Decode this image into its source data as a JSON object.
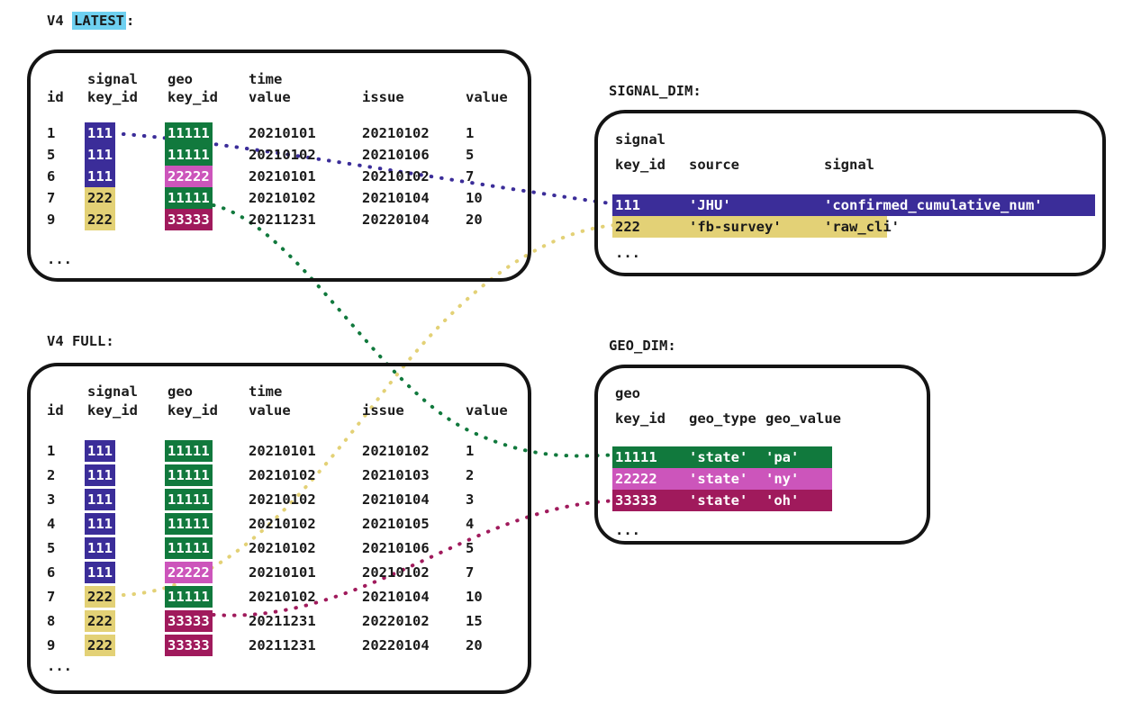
{
  "diagram": {
    "title_latest_prefix": "V4 ",
    "title_latest_highlight": "LATEST",
    "title_latest_suffix": ":",
    "title_full": "V4 FULL:",
    "title_signal_dim": "SIGNAL_DIM:",
    "title_geo_dim": "GEO_DIM:",
    "ellipsis": "..."
  },
  "colors": {
    "signal_111": "#3B2D99",
    "signal_222": "#E3D176",
    "geo_11111": "#11793D",
    "geo_22222": "#CC55BB",
    "geo_33333": "#A01A5C",
    "highlight_latest": "#6ED0F0",
    "stroke": "#141414",
    "text": "#1a1a1a"
  },
  "latest_table": {
    "header_top": [
      "",
      "signal",
      "geo",
      "time",
      "",
      ""
    ],
    "header_bottom": [
      "id",
      "key_id",
      "key_id",
      "value",
      "issue",
      "value"
    ],
    "rows": [
      {
        "id": "1",
        "signal_key_id": "111",
        "geo_key_id": "11111",
        "time_value": "20210101",
        "issue": "20210102",
        "value": "1",
        "signal_color": "c-blue",
        "geo_color": "c-green"
      },
      {
        "id": "5",
        "signal_key_id": "111",
        "geo_key_id": "11111",
        "time_value": "20210102",
        "issue": "20210106",
        "value": "5",
        "signal_color": "c-blue",
        "geo_color": "c-green"
      },
      {
        "id": "6",
        "signal_key_id": "111",
        "geo_key_id": "22222",
        "time_value": "20210101",
        "issue": "20210102",
        "value": "7",
        "signal_color": "c-blue",
        "geo_color": "c-orchid"
      },
      {
        "id": "7",
        "signal_key_id": "222",
        "geo_key_id": "11111",
        "time_value": "20210102",
        "issue": "20210104",
        "value": "10",
        "signal_color": "c-khaki",
        "geo_color": "c-green"
      },
      {
        "id": "9",
        "signal_key_id": "222",
        "geo_key_id": "33333",
        "time_value": "20211231",
        "issue": "20220104",
        "value": "20",
        "signal_color": "c-khaki",
        "geo_color": "c-maroon"
      }
    ]
  },
  "full_table": {
    "header_top": [
      "",
      "signal",
      "geo",
      "time",
      "",
      ""
    ],
    "header_bottom": [
      "id",
      "key_id",
      "key_id",
      "value",
      "issue",
      "value"
    ],
    "rows": [
      {
        "id": "1",
        "signal_key_id": "111",
        "geo_key_id": "11111",
        "time_value": "20210101",
        "issue": "20210102",
        "value": "1",
        "signal_color": "c-blue",
        "geo_color": "c-green"
      },
      {
        "id": "2",
        "signal_key_id": "111",
        "geo_key_id": "11111",
        "time_value": "20210102",
        "issue": "20210103",
        "value": "2",
        "signal_color": "c-blue",
        "geo_color": "c-green"
      },
      {
        "id": "3",
        "signal_key_id": "111",
        "geo_key_id": "11111",
        "time_value": "20210102",
        "issue": "20210104",
        "value": "3",
        "signal_color": "c-blue",
        "geo_color": "c-green"
      },
      {
        "id": "4",
        "signal_key_id": "111",
        "geo_key_id": "11111",
        "time_value": "20210102",
        "issue": "20210105",
        "value": "4",
        "signal_color": "c-blue",
        "geo_color": "c-green"
      },
      {
        "id": "5",
        "signal_key_id": "111",
        "geo_key_id": "11111",
        "time_value": "20210102",
        "issue": "20210106",
        "value": "5",
        "signal_color": "c-blue",
        "geo_color": "c-green"
      },
      {
        "id": "6",
        "signal_key_id": "111",
        "geo_key_id": "22222",
        "time_value": "20210101",
        "issue": "20210102",
        "value": "7",
        "signal_color": "c-blue",
        "geo_color": "c-orchid"
      },
      {
        "id": "7",
        "signal_key_id": "222",
        "geo_key_id": "11111",
        "time_value": "20210102",
        "issue": "20210104",
        "value": "10",
        "signal_color": "c-khaki",
        "geo_color": "c-green"
      },
      {
        "id": "8",
        "signal_key_id": "222",
        "geo_key_id": "33333",
        "time_value": "20211231",
        "issue": "20220102",
        "value": "15",
        "signal_color": "c-khaki",
        "geo_color": "c-maroon"
      },
      {
        "id": "9",
        "signal_key_id": "222",
        "geo_key_id": "33333",
        "time_value": "20211231",
        "issue": "20220104",
        "value": "20",
        "signal_color": "c-khaki",
        "geo_color": "c-maroon"
      }
    ]
  },
  "signal_dim": {
    "header_top": [
      "signal",
      "",
      ""
    ],
    "header_bottom": [
      "key_id",
      "source",
      "signal"
    ],
    "rows": [
      {
        "key_id": "111",
        "source": "'JHU'",
        "signal": "'confirmed_cumulative_num'",
        "color": "c-blue"
      },
      {
        "key_id": "222",
        "source": "'fb-survey'",
        "signal": "'raw_cli'",
        "color": "c-khaki"
      }
    ]
  },
  "geo_dim": {
    "header_top": [
      "geo",
      "",
      ""
    ],
    "header_bottom": [
      "key_id",
      "geo_type",
      "geo_value"
    ],
    "rows": [
      {
        "key_id": "11111",
        "geo_type": "'state'",
        "geo_value": "'pa'",
        "color": "c-green"
      },
      {
        "key_id": "22222",
        "geo_type": "'state'",
        "geo_value": "'ny'",
        "color": "c-orchid"
      },
      {
        "key_id": "33333",
        "geo_type": "'state'",
        "geo_value": "'oh'",
        "color": "c-maroon"
      }
    ]
  },
  "links": [
    {
      "name": "latest-signal-111-to-signal-dim-111",
      "color": "#3B2D99"
    },
    {
      "name": "latest-geo-11111-to-geo-dim-11111",
      "color": "#11793D"
    },
    {
      "name": "full-signal-222-to-signal-dim-222",
      "color": "#E3D176"
    },
    {
      "name": "full-geo-33333-to-geo-dim-33333",
      "color": "#A01A5C"
    }
  ]
}
